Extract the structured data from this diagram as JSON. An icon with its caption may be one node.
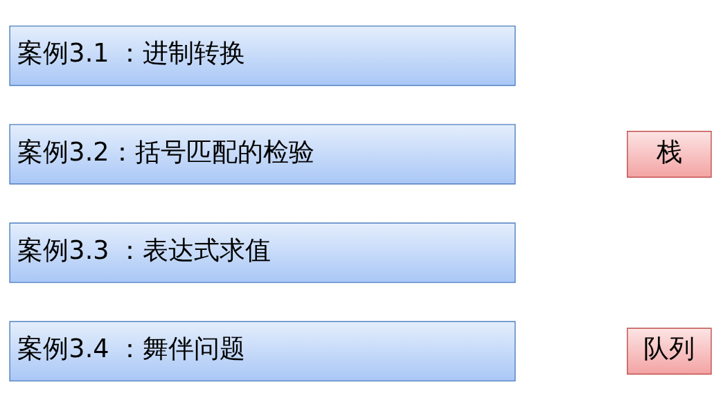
{
  "diagram": {
    "nodes": [
      {
        "text": [
          "案例3.1 ：进制转换"
        ]
      },
      {
        "text": [
          "案例3.2：括号匹配的检验"
        ]
      },
      {
        "text": [
          "案例3.3 ：表达式求值"
        ]
      },
      {
        "text": [
          "案例3.4 ：舞伴问题"
        ]
      },
      {
        "text": [
          "栈"
        ]
      },
      {
        "text": [
          "队列"
        ]
      }
    ],
    "edges": []
  }
}
